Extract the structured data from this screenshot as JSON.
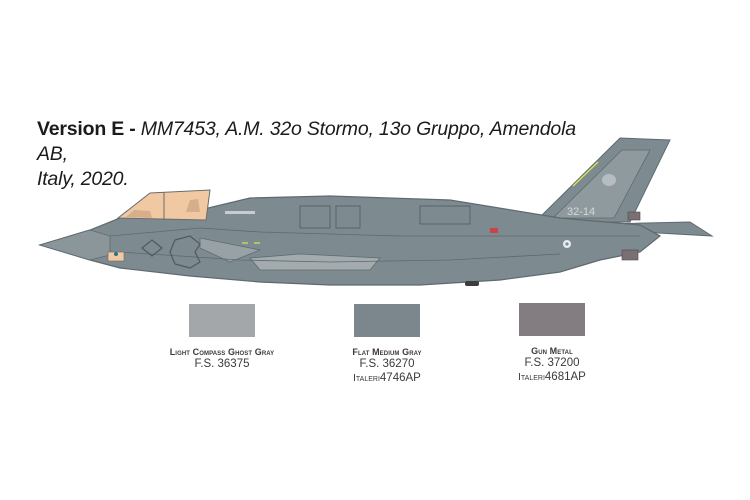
{
  "title": {
    "version": "Version E -",
    "description_line1": " MM7453, A.M. 32o Stormo, 13o Gruppo, Amendola AB,",
    "description_line2": "Italy, 2020."
  },
  "aircraft": {
    "tail_code": "32-14",
    "canopy_color": "#f0c9a3",
    "body_color": "#7d8a90",
    "light_panel_color": "#a4abaf",
    "edge_line_color": "#5e6a70"
  },
  "swatches": [
    {
      "name": "Light Compass Ghost Gray",
      "fs": "F.S. 36375",
      "code_brand": "",
      "code_number": "",
      "color": "#a3a7aa"
    },
    {
      "name": "Flat Medium Gray",
      "fs": "F.S. 36270",
      "code_brand": "Italeri",
      "code_number": "4746AP",
      "color": "#7b878c"
    },
    {
      "name": "Gun Metal",
      "fs": "F.S. 37200",
      "code_brand": "Italeri",
      "code_number": "4681AP",
      "color": "#837c80"
    }
  ]
}
